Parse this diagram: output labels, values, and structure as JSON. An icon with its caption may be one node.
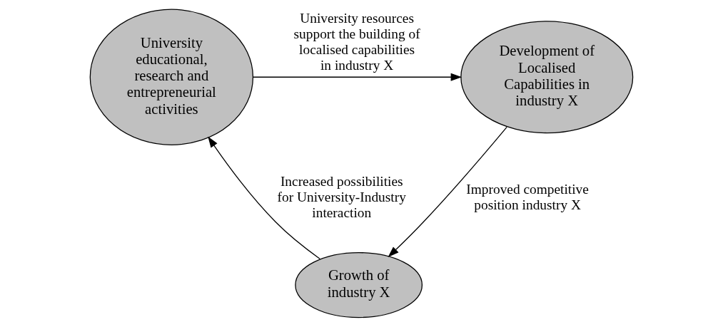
{
  "diagram": {
    "nodes": [
      {
        "text": [
          "University educational, research and entrepreneurial activities"
        ]
      },
      {
        "text": [
          "Development of Localised Capabilities in industry X"
        ]
      },
      {
        "text": [
          "Growth of industry X"
        ]
      }
    ],
    "edges": [
      {
        "from": 0,
        "to": 1,
        "arrow": "to",
        "label": "University resources support the building of localised capabilities in industry X"
      },
      {
        "from": 1,
        "to": 2,
        "arrow": "to",
        "label": "Improved competitive position industry X"
      },
      {
        "from": 2,
        "to": 0,
        "arrow": "to",
        "label": "Increased possibilities for University-Industry interaction"
      }
    ]
  }
}
